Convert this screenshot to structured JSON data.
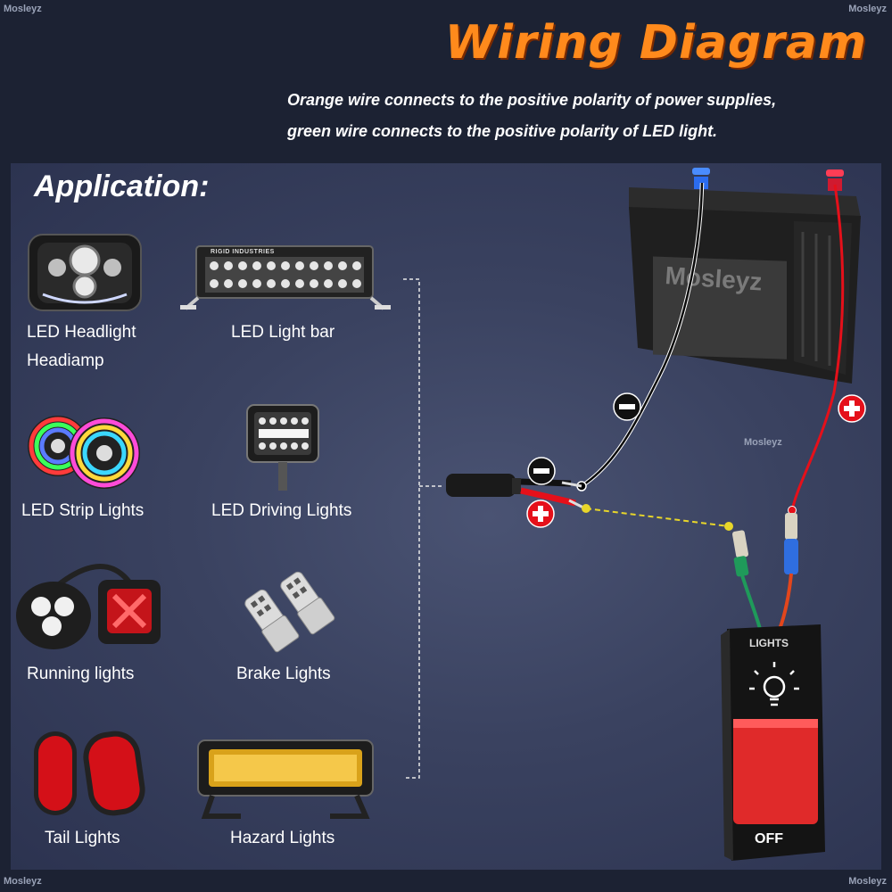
{
  "header": {
    "title": "Wiring Diagram",
    "subtitle_line1": "Orange wire connects to the positive polarity of power supplies,",
    "subtitle_line2": "green wire connects to the positive polarity of LED light."
  },
  "application": {
    "heading": "Application:",
    "items": [
      {
        "label": "LED Headlight",
        "label2": "Headiamp",
        "icon": "headlight-icon"
      },
      {
        "label": "LED Light bar",
        "icon": "light-bar-icon"
      },
      {
        "label": "LED Strip Lights",
        "icon": "strip-lights-icon"
      },
      {
        "label": "LED Driving Lights",
        "icon": "driving-light-icon"
      },
      {
        "label": "Running lights",
        "icon": "running-light-icon"
      },
      {
        "label": "Brake Lights",
        "icon": "brake-bulb-icon"
      },
      {
        "label": "Tail Lights",
        "icon": "tail-light-icon"
      },
      {
        "label": "Hazard Lights",
        "icon": "hazard-light-icon"
      }
    ]
  },
  "light_bar_brand": "RIGID INDUSTRIES",
  "battery": {
    "brand": "Mosleyz"
  },
  "switch": {
    "top_label": "LIGHTS",
    "bottom_label": "OFF"
  },
  "watermarks": {
    "top_left": "Mosleyz",
    "top_right": "Mosleyz",
    "middle": "Mosleyz",
    "bottom_left": "Mosleyz",
    "bottom_right": "Mosleyz"
  },
  "colors": {
    "title": "#ff8a1c",
    "positive": "#e5101a",
    "negative": "#111111",
    "wire_orange": "#e2461c",
    "wire_green": "#1f9a5a",
    "dash_yellow": "#e8d62a"
  }
}
